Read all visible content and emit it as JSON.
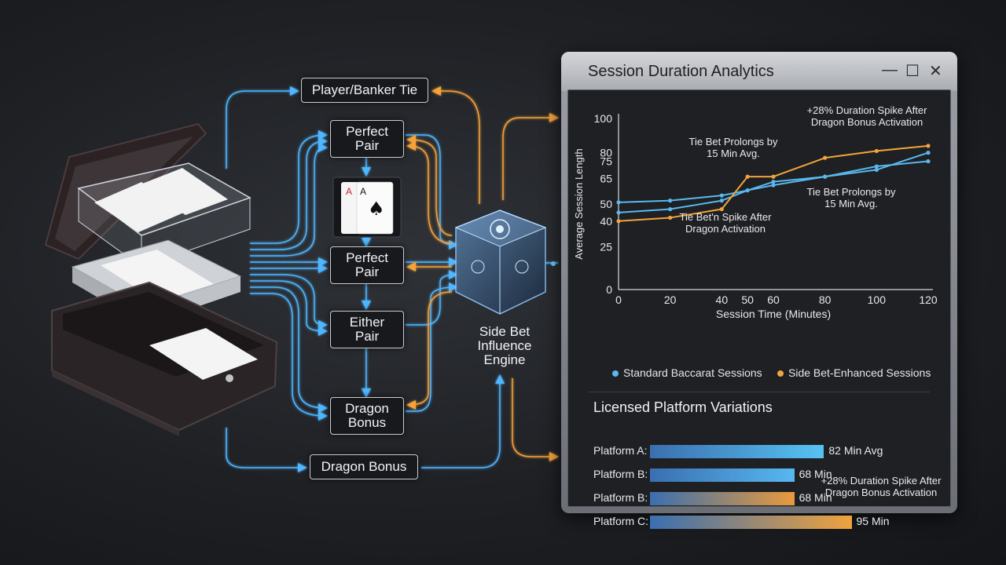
{
  "flow": {
    "nodes": {
      "player_banker_tie": "Player/Banker Tie",
      "perfect_pair_top_l1": "Perfect",
      "perfect_pair_top_l2": "Pair",
      "perfect_pair_mid_l1": "Perfect",
      "perfect_pair_mid_l2": "Pair",
      "either_pair_l1": "Either",
      "either_pair_l2": "Pair",
      "dragon_bonus_l1": "Dragon",
      "dragon_bonus_l2": "Bonus",
      "dragon_bonus_bottom": "Dragon Bonus"
    },
    "engine": {
      "line1": "Side Bet",
      "line2": "Influence",
      "line3": "Engine"
    },
    "colors": {
      "blue": "#4fb6ff",
      "orange": "#f5a23a"
    }
  },
  "window": {
    "title": "Session Duration Analytics",
    "controls": {
      "minimize": "—",
      "maximize": "☐",
      "close": "✕"
    }
  },
  "chart_data": [
    {
      "type": "line",
      "xlabel": "Session Time (Minutes)",
      "ylabel": "Average Session Length",
      "x": [
        0,
        20,
        40,
        50,
        60,
        80,
        100,
        120
      ],
      "xlim": [
        0,
        120
      ],
      "ylim": [
        0,
        100
      ],
      "yticks": [
        0,
        25,
        40,
        50,
        65,
        75,
        80,
        100
      ],
      "series": [
        {
          "name": "Standard Baccarat Sessions",
          "color": "#5ab8ef",
          "values": [
            45,
            47,
            52,
            58,
            63,
            66,
            72,
            75
          ]
        },
        {
          "name": "Standard Baccarat Sessions",
          "color": "#5ab8ef",
          "values": [
            51,
            52,
            55,
            58,
            61,
            66,
            70,
            80
          ]
        },
        {
          "name": "Side Bet-Enhanced Sessions",
          "color": "#f3a43c",
          "values": [
            40,
            42,
            47,
            66,
            66,
            77,
            81,
            84
          ]
        }
      ],
      "legend": [
        "Standard Baccarat Sessions",
        "Side Bet-Enhanced Sessions"
      ],
      "annotations": [
        {
          "l1": "+28% Duration Spike After",
          "l2": "Dragon Bonus Activation"
        },
        {
          "l1": "Tie Bet Prolongs by",
          "l2": "15 Min Avg."
        },
        {
          "l1": "Tie Bet Prolongs by",
          "l2": "15 Min Avg."
        },
        {
          "l1": "Tie Bet'n Spike After",
          "l2": "Dragon Activation"
        }
      ]
    },
    {
      "type": "bar",
      "title": "Licensed Platform Variations",
      "categories": [
        "Platform A:",
        "Platform B:",
        "Platform B:",
        "Platform C:"
      ],
      "values": [
        82,
        68,
        68,
        95
      ],
      "value_labels": [
        "82 Min Avg",
        "68 Min",
        "68 Min",
        "95 Min"
      ],
      "annotation": {
        "l1": "+28% Duration Spike After",
        "l2": "Dragon Bonus Activation"
      }
    }
  ]
}
